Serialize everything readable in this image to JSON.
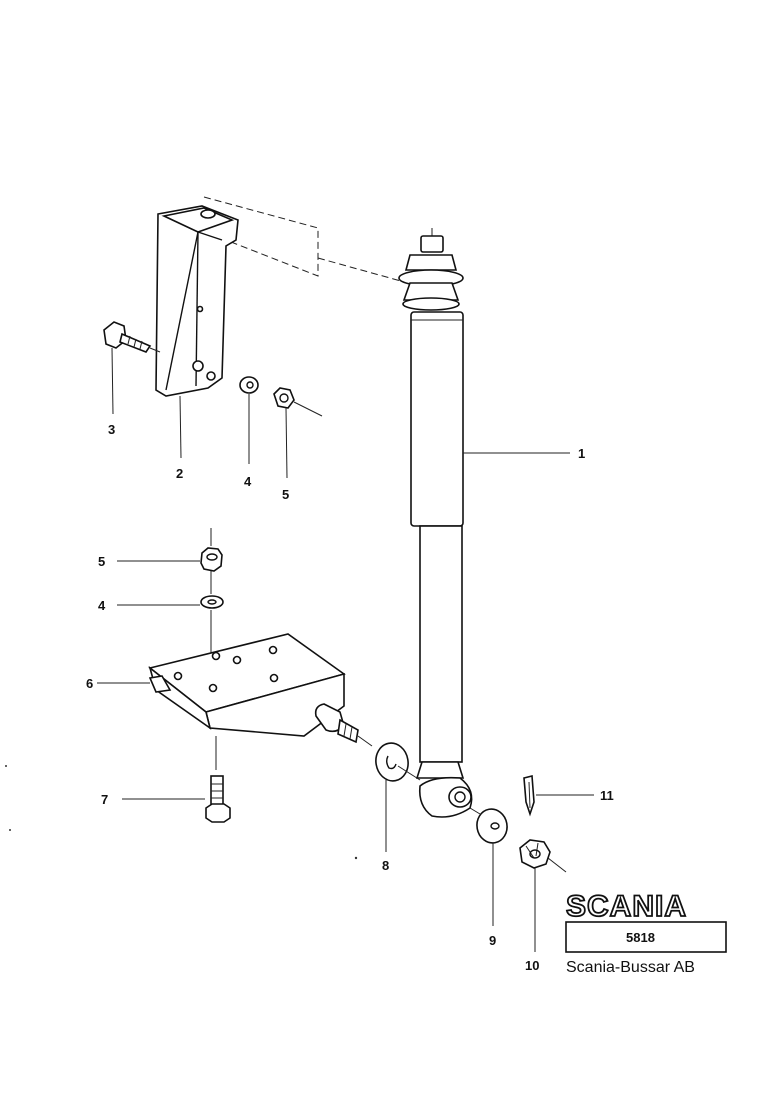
{
  "callouts": {
    "c1": "1",
    "c2": "2",
    "c3": "3",
    "c4_top": "4",
    "c5_top": "5",
    "c5_mid": "5",
    "c4_mid": "4",
    "c6": "6",
    "c7": "7",
    "c8": "8",
    "c9": "9",
    "c10": "10",
    "c11": "11"
  },
  "title_block": {
    "logo": "SCANIA",
    "drawing_number": "5818",
    "company": "Scania-Bussar AB"
  }
}
